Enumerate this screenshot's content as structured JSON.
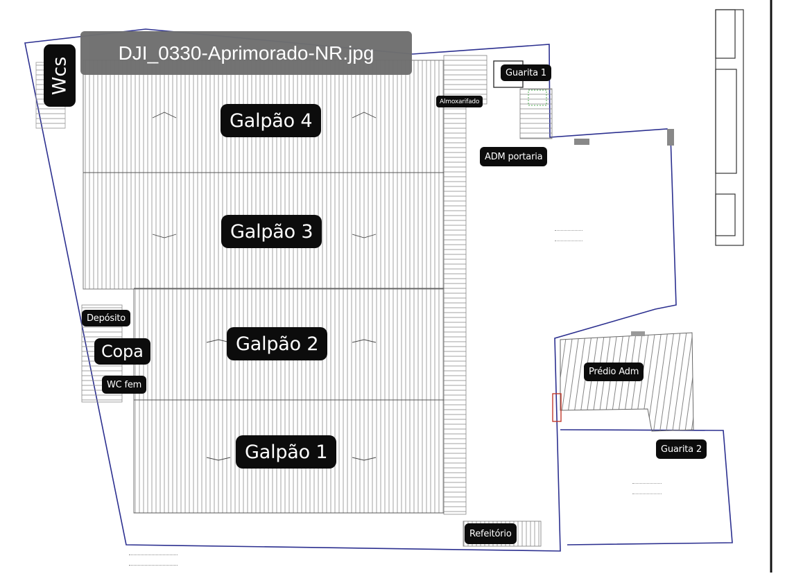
{
  "file_badge": "DJI_0330-Aprimorado-NR.jpg",
  "labels": {
    "wcs": "Wcs",
    "galpao4": "Galpão 4",
    "galpao3": "Galpão 3",
    "galpao2": "Galpão 2",
    "galpao1": "Galpão 1",
    "deposito": "Depósito",
    "copa": "Copa",
    "wc_fem": "WC fem",
    "guarita1": "Guarita 1",
    "almoxarifado": "Almoxarifado",
    "adm_portaria": "ADM portaria",
    "predio_adm": "Prédio Adm",
    "guarita2": "Guarita 2",
    "refeitorio": "Refeitório"
  },
  "colors": {
    "boundary": "#2b2f8f",
    "roof_lines": "#8a8a8a",
    "label_bg": "#0c0c0c",
    "label_text": "#ffffff",
    "badge_bg": "#6f6f6f",
    "accent_red": "#c0392b",
    "accent_green": "#4caf50"
  }
}
